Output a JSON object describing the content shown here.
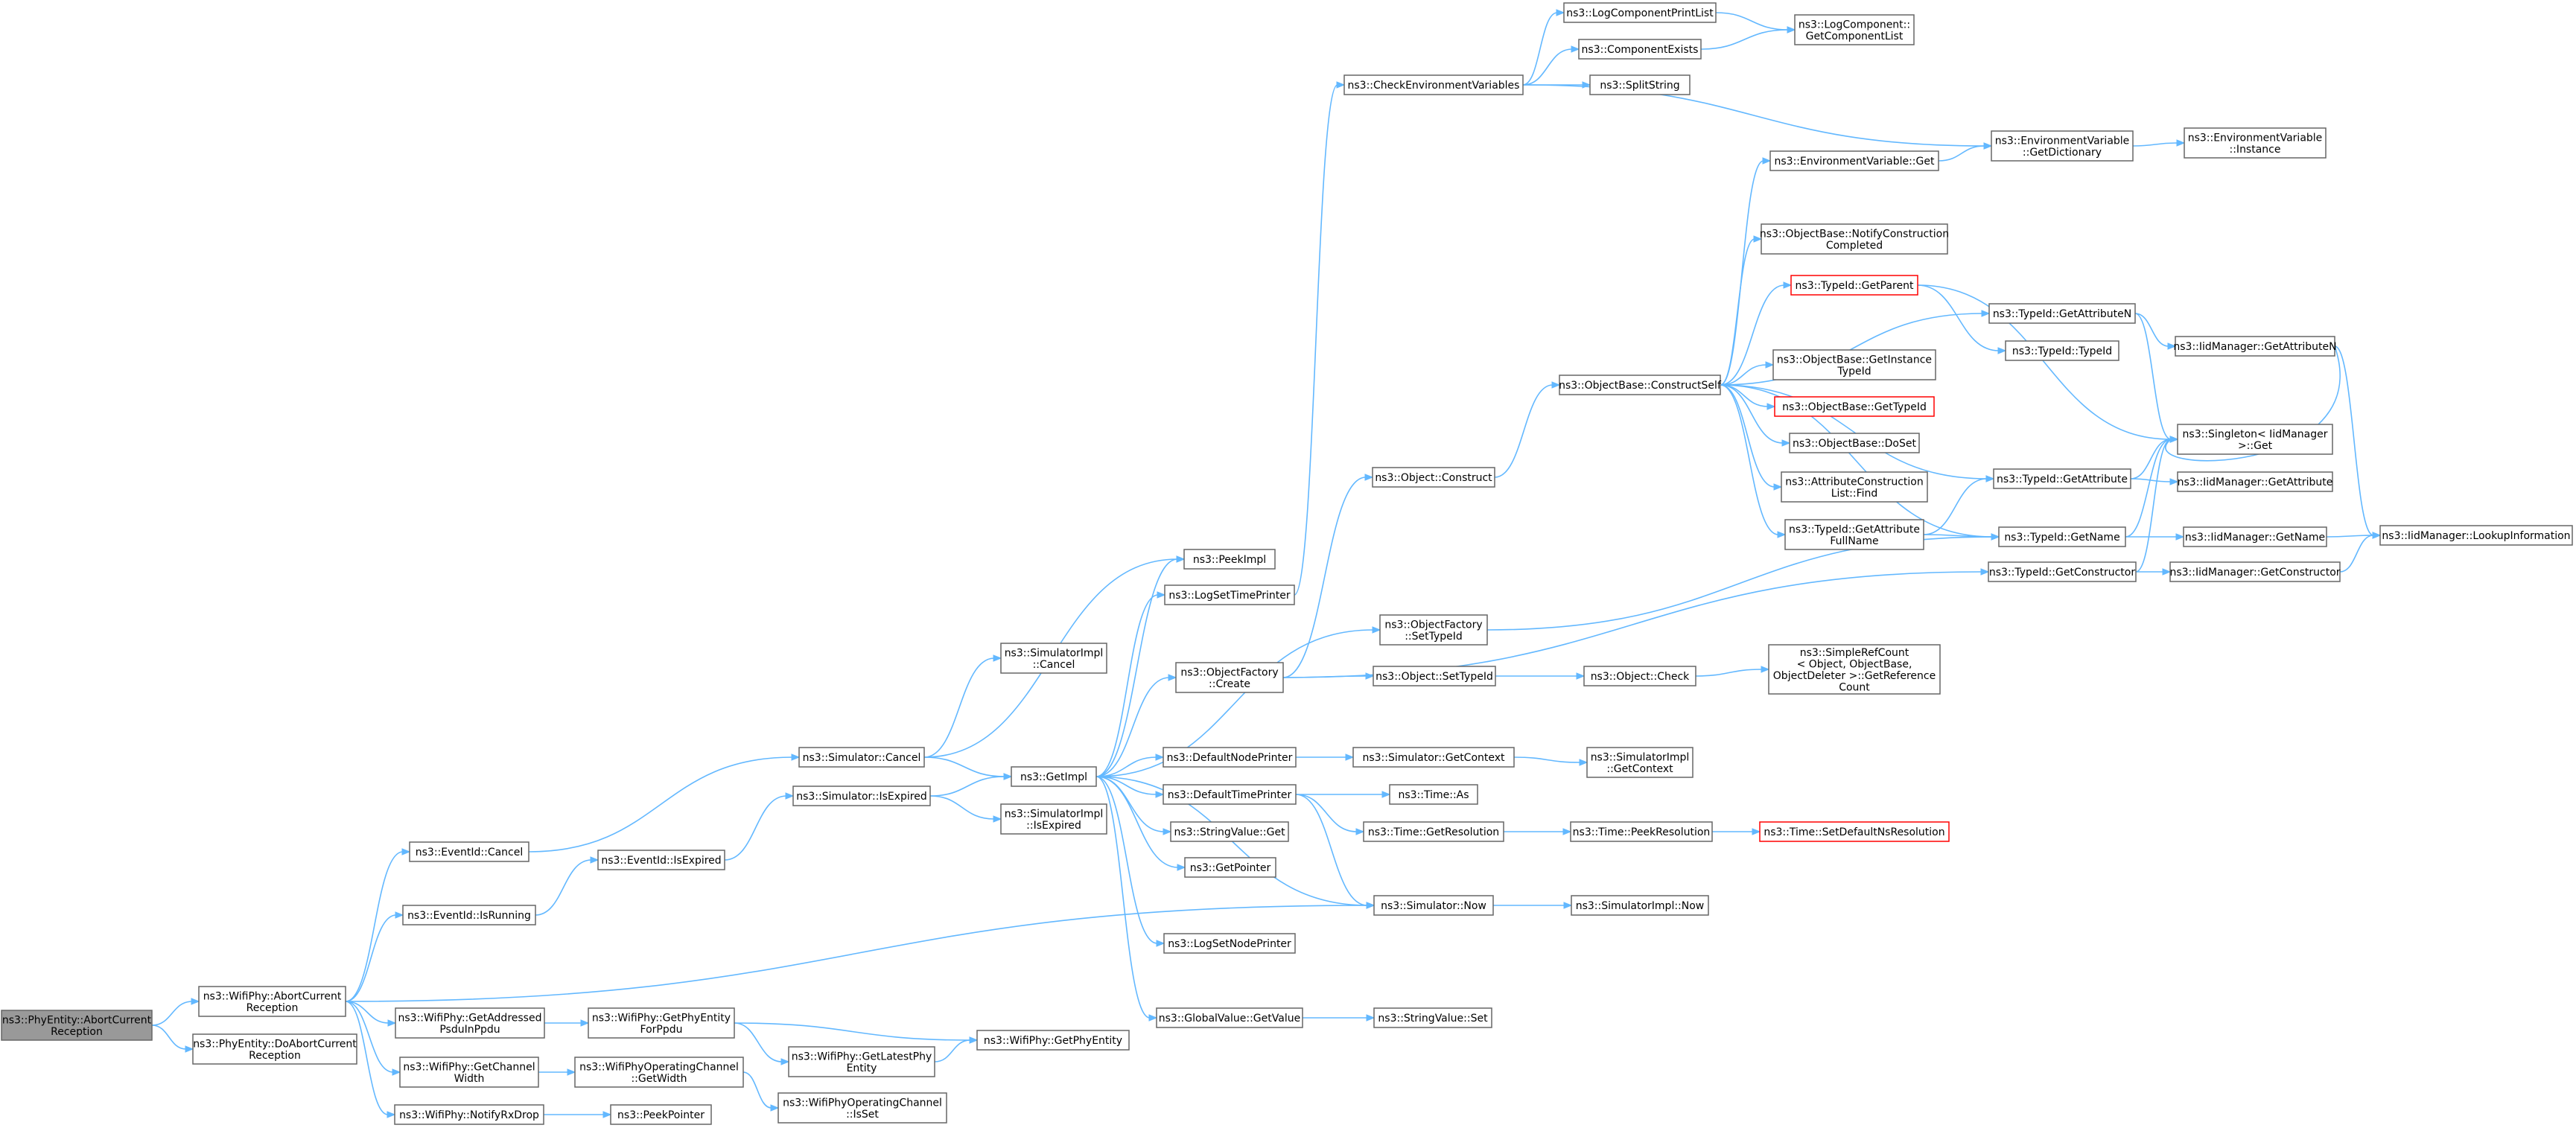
{
  "colors": {
    "edge": "#63b8ff",
    "root_fill": "#999999",
    "node_border": "#666666",
    "highlight_border": "#ff0000"
  },
  "nodes": {
    "n1": {
      "lines": [
        "ns3::PhyEntity::AbortCurrent",
        "Reception"
      ]
    },
    "n2": {
      "lines": [
        "ns3::WifiPhy::AbortCurrent",
        "Reception"
      ]
    },
    "n3": {
      "lines": [
        "ns3::PhyEntity::DoAbortCurrent",
        "Reception"
      ]
    },
    "n4": {
      "lines": [
        "ns3::EventId::Cancel"
      ]
    },
    "n5": {
      "lines": [
        "ns3::EventId::IsRunning"
      ]
    },
    "n6": {
      "lines": [
        "ns3::WifiPhy::GetAddressed",
        "PsduInPpdu"
      ]
    },
    "n7": {
      "lines": [
        "ns3::WifiPhy::GetChannel",
        "Width"
      ]
    },
    "n8": {
      "lines": [
        "ns3::WifiPhy::NotifyRxDrop"
      ]
    },
    "n9": {
      "lines": [
        "ns3::Simulator::Cancel"
      ]
    },
    "n10": {
      "lines": [
        "ns3::EventId::IsExpired"
      ]
    },
    "n11": {
      "lines": [
        "ns3::Simulator::IsExpired"
      ]
    },
    "n12": {
      "lines": [
        "ns3::SimulatorImpl",
        "::Cancel"
      ]
    },
    "n13": {
      "lines": [
        "ns3::GetImpl"
      ]
    },
    "n14": {
      "lines": [
        "ns3::SimulatorImpl",
        "::IsExpired"
      ]
    },
    "n15": {
      "lines": [
        "ns3::WifiPhy::GetPhyEntity",
        "ForPpdu"
      ]
    },
    "n16": {
      "lines": [
        "ns3::WifiPhy::GetLatestPhy",
        "Entity"
      ]
    },
    "n17": {
      "lines": [
        "ns3::WifiPhy::GetPhyEntity"
      ]
    },
    "n18": {
      "lines": [
        "ns3::WifiPhyOperatingChannel",
        "::GetWidth"
      ]
    },
    "n19": {
      "lines": [
        "ns3::WifiPhyOperatingChannel",
        "::IsSet"
      ]
    },
    "n20": {
      "lines": [
        "ns3::PeekPointer"
      ]
    },
    "n21": {
      "lines": [
        "ns3::PeekImpl"
      ]
    },
    "n22": {
      "lines": [
        "ns3::LogSetTimePrinter"
      ]
    },
    "n23": {
      "lines": [
        "ns3::ObjectFactory",
        "::Create"
      ]
    },
    "n24": {
      "lines": [
        "ns3::DefaultNodePrinter"
      ]
    },
    "n25": {
      "lines": [
        "ns3::DefaultTimePrinter"
      ]
    },
    "n26": {
      "lines": [
        "ns3::StringValue::Get"
      ]
    },
    "n27": {
      "lines": [
        "ns3::GetPointer"
      ]
    },
    "n28": {
      "lines": [
        "ns3::LogSetNodePrinter"
      ]
    },
    "n29": {
      "lines": [
        "ns3::GlobalValue::GetValue"
      ]
    },
    "n30": {
      "lines": [
        "ns3::CheckEnvironmentVariables"
      ]
    },
    "n31": {
      "lines": [
        "ns3::Object::Construct"
      ]
    },
    "n32": {
      "lines": [
        "ns3::ObjectFactory",
        "::SetTypeId"
      ]
    },
    "n33": {
      "lines": [
        "ns3::Object::SetTypeId"
      ]
    },
    "n34": {
      "lines": [
        "ns3::Simulator::GetContext"
      ]
    },
    "n35": {
      "lines": [
        "ns3::Time::As"
      ]
    },
    "n36": {
      "lines": [
        "ns3::Time::GetResolution"
      ]
    },
    "n37": {
      "lines": [
        "ns3::Simulator::Now"
      ]
    },
    "n38": {
      "lines": [
        "ns3::StringValue::Set"
      ]
    },
    "n39": {
      "lines": [
        "ns3::LogComponentPrintList"
      ]
    },
    "n40": {
      "lines": [
        "ns3::ComponentExists"
      ]
    },
    "n41": {
      "lines": [
        "ns3::SplitString"
      ]
    },
    "n42": {
      "lines": [
        "ns3::ObjectBase::ConstructSelf"
      ]
    },
    "n43": {
      "lines": [
        "ns3::Object::Check"
      ]
    },
    "n44": {
      "lines": [
        "ns3::SimulatorImpl",
        "::GetContext"
      ]
    },
    "n45": {
      "lines": [
        "ns3::Time::PeekResolution"
      ]
    },
    "n46": {
      "lines": [
        "ns3::SimulatorImpl::Now"
      ]
    },
    "n47": {
      "lines": [
        "ns3::LogComponent::",
        "GetComponentList"
      ]
    },
    "n48": {
      "lines": [
        "ns3::EnvironmentVariable::Get"
      ]
    },
    "n49": {
      "lines": [
        "ns3::ObjectBase::NotifyConstruction",
        "Completed"
      ]
    },
    "n50": {
      "lines": [
        "ns3::TypeId::GetParent"
      ]
    },
    "n51": {
      "lines": [
        "ns3::ObjectBase::GetInstance",
        "TypeId"
      ]
    },
    "n52": {
      "lines": [
        "ns3::ObjectBase::GetTypeId"
      ]
    },
    "n53": {
      "lines": [
        "ns3::ObjectBase::DoSet"
      ]
    },
    "n54": {
      "lines": [
        "ns3::AttributeConstruction",
        "List::Find"
      ]
    },
    "n55": {
      "lines": [
        "ns3::TypeId::GetAttribute",
        "FullName"
      ]
    },
    "n56": {
      "lines": [
        "ns3::SimpleRefCount",
        "< Object, ObjectBase,",
        "ObjectDeleter >::GetReference",
        "Count"
      ]
    },
    "n57": {
      "lines": [
        "ns3::Time::SetDefaultNsResolution"
      ]
    },
    "n58": {
      "lines": [
        "ns3::EnvironmentVariable",
        "::GetDictionary"
      ]
    },
    "n59": {
      "lines": [
        "ns3::TypeId::GetAttributeN"
      ]
    },
    "n60": {
      "lines": [
        "ns3::TypeId::TypeId"
      ]
    },
    "n61": {
      "lines": [
        "ns3::TypeId::GetAttribute"
      ]
    },
    "n62": {
      "lines": [
        "ns3::TypeId::GetName"
      ]
    },
    "n63": {
      "lines": [
        "ns3::TypeId::GetConstructor"
      ]
    },
    "n64": {
      "lines": [
        "ns3::EnvironmentVariable",
        "::Instance"
      ]
    },
    "n65": {
      "lines": [
        "ns3::IidManager::GetAttributeN"
      ]
    },
    "n66": {
      "lines": [
        "ns3::Singleton< IidManager",
        " >::Get"
      ]
    },
    "n67": {
      "lines": [
        "ns3::IidManager::GetAttribute"
      ]
    },
    "n68": {
      "lines": [
        "ns3::IidManager::GetName"
      ]
    },
    "n69": {
      "lines": [
        "ns3::IidManager::GetConstructor"
      ]
    },
    "n70": {
      "lines": [
        "ns3::IidManager::LookupInformation"
      ]
    }
  }
}
